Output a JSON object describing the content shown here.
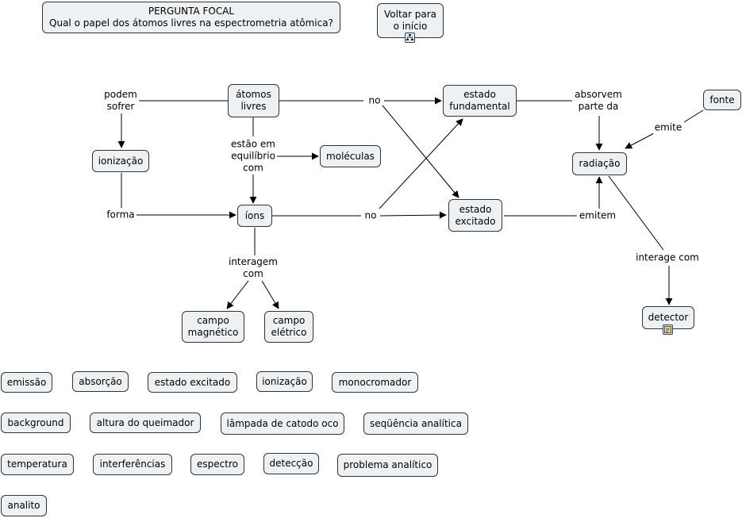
{
  "focal": {
    "title": "PERGUNTA FOCAL",
    "question": "Qual o papel dos átomos livres na espectrometria atômica?"
  },
  "back_button": "Voltar para\no início",
  "nodes": {
    "atomos_livres": "átomos\nlivres",
    "ionizacao": "ionização",
    "moleculas": "moléculas",
    "ions": "íons",
    "campo_magnetico": "campo\nmagnético",
    "campo_eletrico": "campo\nelétrico",
    "estado_fundamental": "estado\nfundamental",
    "estado_excitado": "estado\nexcitado",
    "radiacao": "radiação",
    "fonte": "fonte",
    "detector": "detector"
  },
  "links": {
    "podem_sofrer": "podem\nsofrer",
    "forma": "forma",
    "estao_em_equilibrio_com": "estão em\nequilíbrio\ncom",
    "no_1": "no",
    "no_2": "no",
    "interagem_com": "interagem\ncom",
    "absorvem_parte_da": "absorvem\nparte da",
    "emite": "emite",
    "emitem": "emitem",
    "interage_com": "interage com"
  },
  "parking_lot": [
    "emissão",
    "absorção",
    "estado excitado",
    "ionização",
    "monocromador",
    "background",
    "altura do queimador",
    "lâmpada de catodo oco",
    "seqüência analítica",
    "temperatura",
    "interferências",
    "espectro",
    "detecção",
    "problema analítico",
    "analito"
  ],
  "icons": {
    "back_link": "concept-map-icon",
    "detector_resource": "image-resource-icon"
  }
}
